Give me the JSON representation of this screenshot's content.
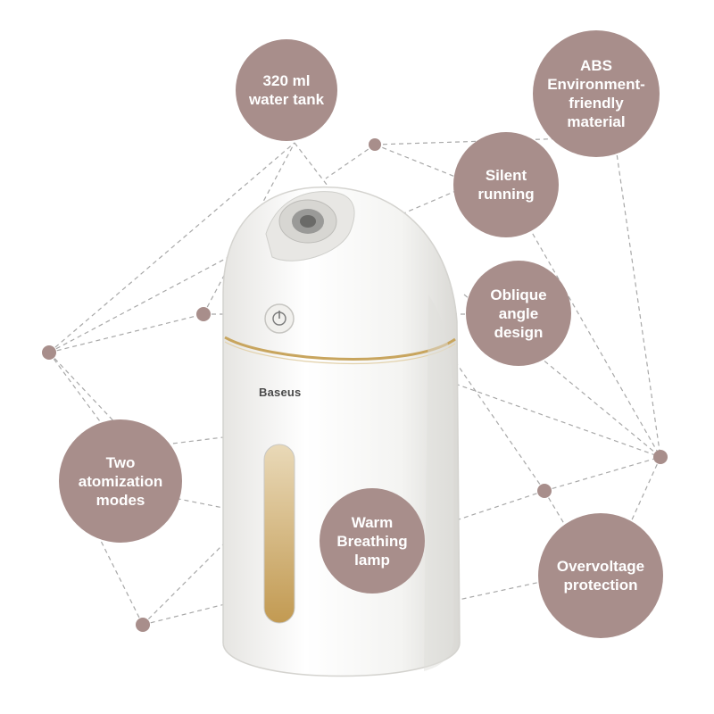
{
  "product": {
    "brand": "Baseus",
    "colors": {
      "body": "#f7f7f5",
      "shade": "#dddcd8",
      "accent": "#c8a55e",
      "bubble": "#a88e8b",
      "dash": "#a8a8a8"
    }
  },
  "features": [
    {
      "id": "water-tank",
      "label": "320 ml\nwater tank"
    },
    {
      "id": "abs-material",
      "label": "ABS\nEnvironment-\nfriendly\nmaterial"
    },
    {
      "id": "silent-running",
      "label": "Silent\nrunning"
    },
    {
      "id": "oblique-angle",
      "label": "Oblique\nangle\ndesign"
    },
    {
      "id": "atomization-modes",
      "label": "Two\natomization\nmodes"
    },
    {
      "id": "breathing-lamp",
      "label": "Warm\nBreathing\nlamp"
    },
    {
      "id": "overvoltage",
      "label": "Overvoltage\nprotection"
    }
  ]
}
